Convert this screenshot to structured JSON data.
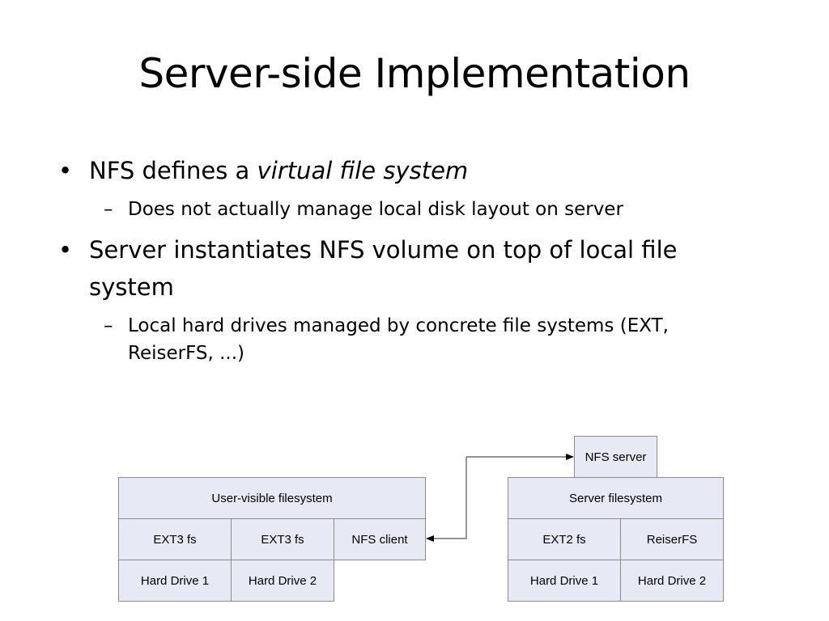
{
  "slide": {
    "title": "Server-side Implementation",
    "bullets": [
      {
        "prefix": "NFS defines a ",
        "emphasis": "virtual file system",
        "sub": [
          "Does not actually manage local disk layout on server"
        ]
      },
      {
        "line1": "Server instantiates NFS volume on top of local file",
        "line2": "system",
        "sub": [
          "Local hard drives managed by concrete file systems (EXT,",
          "ReiserFS, ...)"
        ]
      }
    ]
  },
  "diagram": {
    "client": {
      "top": "User-visible filesystem",
      "middle": [
        "EXT3 fs",
        "EXT3 fs",
        "NFS client"
      ],
      "bottom": [
        "Hard Drive 1",
        "Hard Drive 2"
      ]
    },
    "server": {
      "label": "NFS server",
      "top": "Server filesystem",
      "middle": [
        "EXT2 fs",
        "ReiserFS"
      ],
      "bottom": [
        "Hard Drive 1",
        "Hard Drive 2"
      ]
    },
    "colors": {
      "cell_fill": "#e7eaf4",
      "cell_border": "#8c8c8c"
    }
  }
}
